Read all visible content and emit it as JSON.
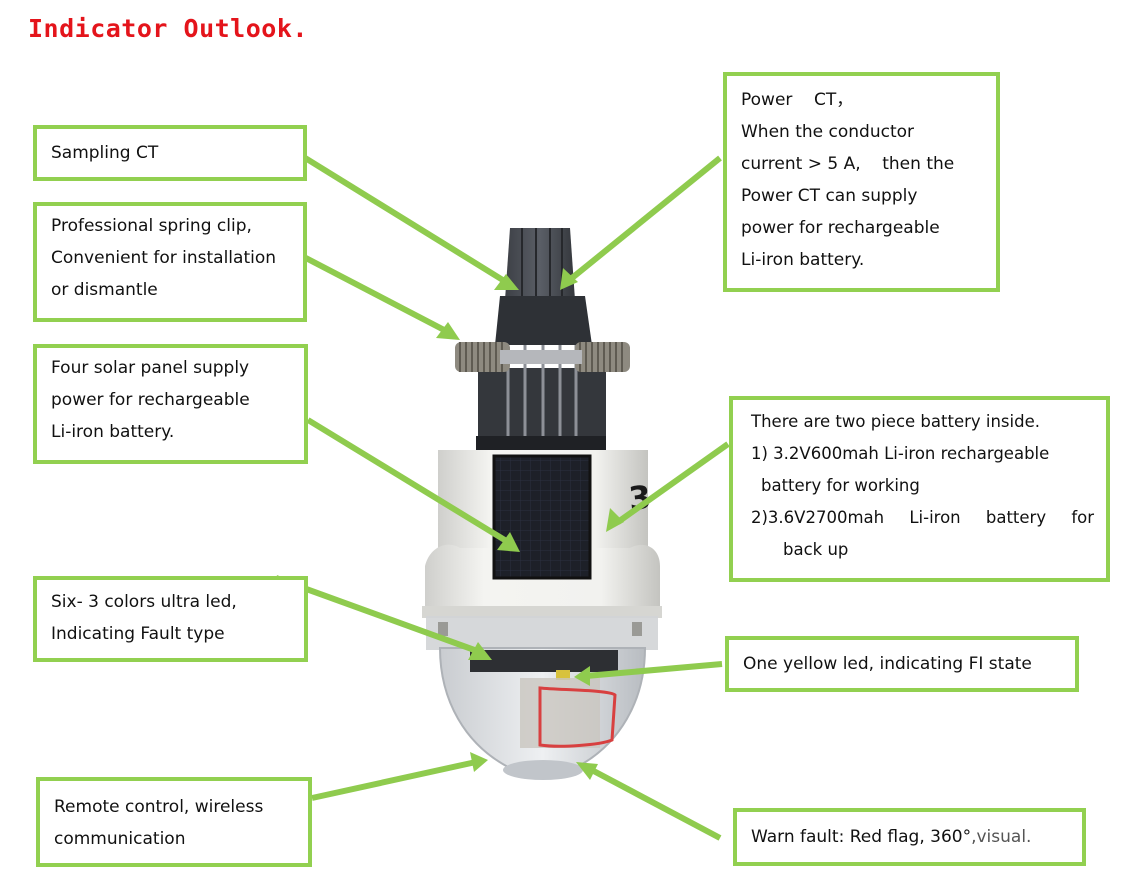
{
  "title": "Indicator Outlook.",
  "device": {
    "panel_number": "3"
  },
  "callouts": {
    "sampling_ct": {
      "lines": [
        "Sampling CT"
      ]
    },
    "spring_clip": {
      "lines": [
        "Professional spring clip,",
        "Convenient for installation",
        "or dismantle"
      ]
    },
    "solar_panel": {
      "lines": [
        "Four solar panel supply",
        "power for rechargeable",
        "Li-iron battery."
      ]
    },
    "power_ct": {
      "lines": [
        "Power    CT，",
        "When the conductor",
        "current > 5 A,    then the",
        "Power CT can supply",
        "power for rechargeable",
        "Li-iron battery."
      ]
    },
    "battery": {
      "lines": [
        "There are two piece battery inside.",
        "1) 3.2V600mah Li-iron rechargeable",
        "battery for working",
        "2)3.6V2700mah Li-iron battery for",
        "back up"
      ]
    },
    "ultra_led": {
      "lines": [
        "Six- 3 colors ultra led,",
        "Indicating Fault type"
      ]
    },
    "yellow_led": {
      "lines": [
        "One yellow led, indicating FI state"
      ]
    },
    "remote_control": {
      "lines": [
        "Remote control, wireless",
        "communication"
      ]
    },
    "warn_fault": {
      "text": "Warn fault: Red flag, 360°",
      "suffix": ",visual."
    }
  },
  "colors": {
    "title": "#e4141b",
    "callout_border": "#92d050",
    "arrow": "#8fcb4e"
  }
}
